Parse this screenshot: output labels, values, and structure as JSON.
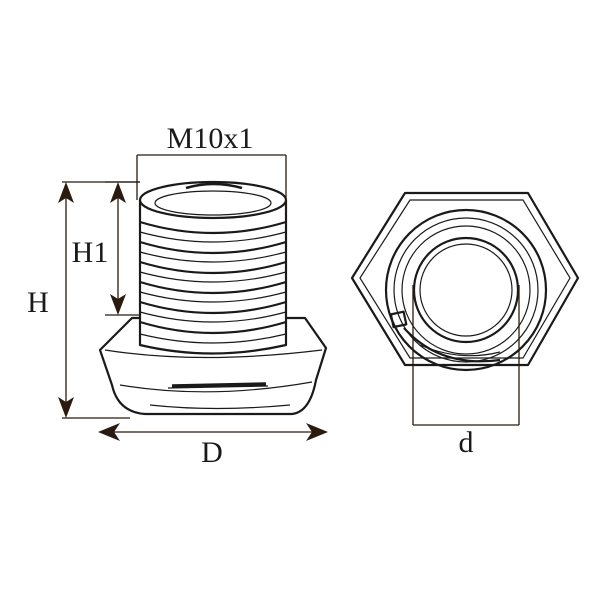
{
  "labels": {
    "thread": "M10x1",
    "h1": "H1",
    "h": "H",
    "d_outer": "D",
    "d_inner": "d"
  }
}
